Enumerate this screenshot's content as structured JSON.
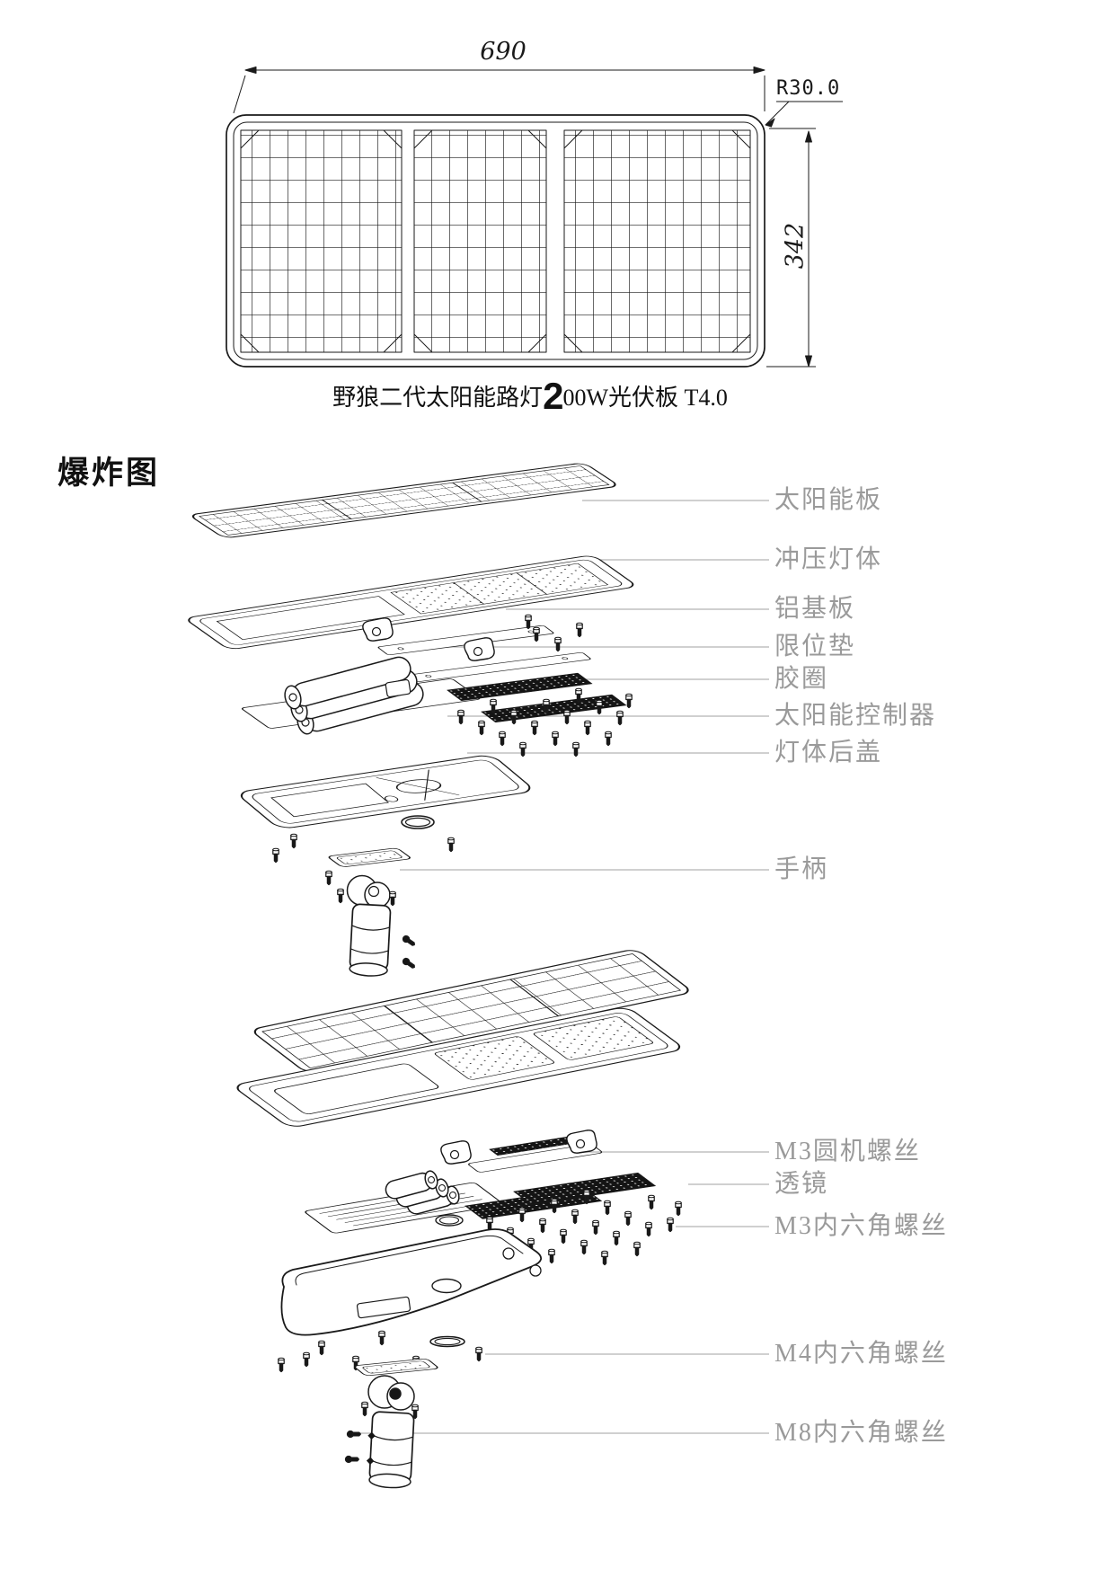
{
  "panel_drawing": {
    "width_dim": "690",
    "corner_radius_dim": "R30.0",
    "height_dim": "342",
    "caption_prefix": "野狼二代太阳能路灯",
    "caption_highlight": "2",
    "caption_suffix": "00W光伏板 T4.0"
  },
  "exploded_view": {
    "title": "爆炸图",
    "callouts": [
      {
        "part": "solar-panel",
        "label": "太阳能板"
      },
      {
        "part": "stamped-lamp-body",
        "label": "冲压灯体"
      },
      {
        "part": "aluminum-base-plate",
        "label": "铝基板"
      },
      {
        "part": "limit-pad",
        "label": "限位垫"
      },
      {
        "part": "rubber-ring",
        "label": "胶圈"
      },
      {
        "part": "solar-controller",
        "label": "太阳能控制器"
      },
      {
        "part": "lamp-back-cover",
        "label": "灯体后盖"
      },
      {
        "part": "handle",
        "label": "手柄"
      },
      {
        "part": "m3-round-machine-screw",
        "label": "M3圆机螺丝"
      },
      {
        "part": "lens",
        "label": "透镜"
      },
      {
        "part": "m3-hex-socket-screw",
        "label": "M3内六角螺丝"
      },
      {
        "part": "m4-hex-socket-screw",
        "label": "M4内六角螺丝"
      },
      {
        "part": "m8-hex-socket-screw",
        "label": "M8内六角螺丝"
      }
    ]
  },
  "colors": {
    "line": "#1a1a1a",
    "label_text": "#9a9a9a",
    "leader_line": "#b3b3b3",
    "background": "#ffffff"
  }
}
